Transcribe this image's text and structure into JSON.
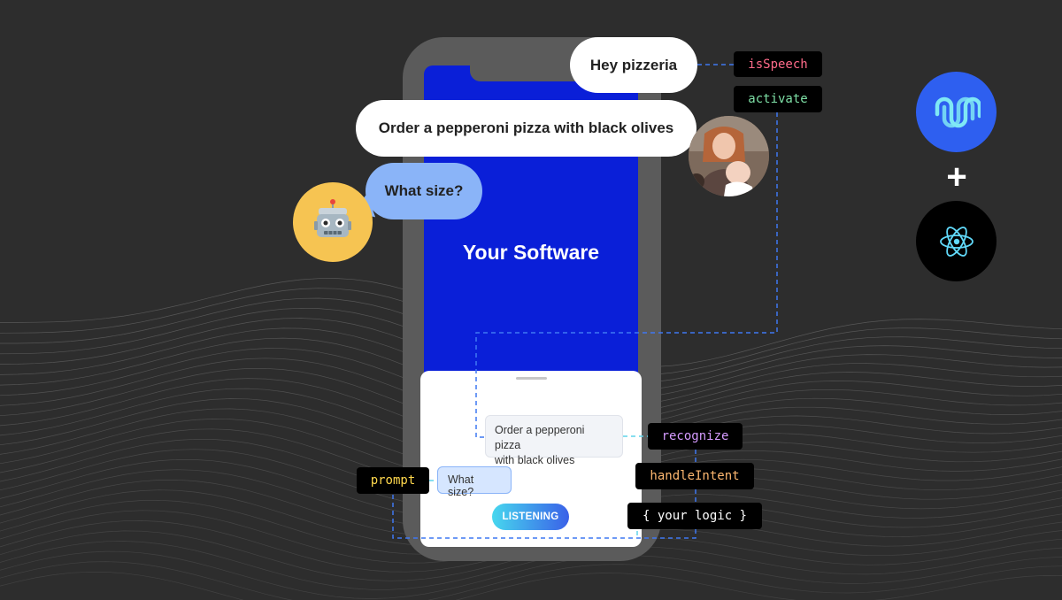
{
  "screen": {
    "title": "Your Software"
  },
  "bubbles": {
    "wake": "Hey pizzeria",
    "user": "Order a pepperoni pizza with black olives",
    "bot": "What size?"
  },
  "sheet": {
    "user_line1": "Order a pepperoni pizza",
    "user_line2": "with black olives",
    "bot_msg": "What size?",
    "listening_label": "LISTENING"
  },
  "code_tags": {
    "is_speech": "isSpeech",
    "activate": "activate",
    "recognize": "recognize",
    "handle_intent": "handleIntent",
    "your_logic": "{ your logic }",
    "prompt": "prompt"
  },
  "logos": {
    "top": "speechly-logo-icon",
    "bottom": "react-logo-icon",
    "plus": "+"
  },
  "colors": {
    "background": "#2d2d2d",
    "screen_blue": "#0a1fd8",
    "bot_bubble": "#8ab4f8",
    "speechly_blue": "#2e5ff0",
    "react_cyan": "#61dafb",
    "connector_blue": "#3f78f2",
    "connector_cyan": "#5fd4ea"
  }
}
